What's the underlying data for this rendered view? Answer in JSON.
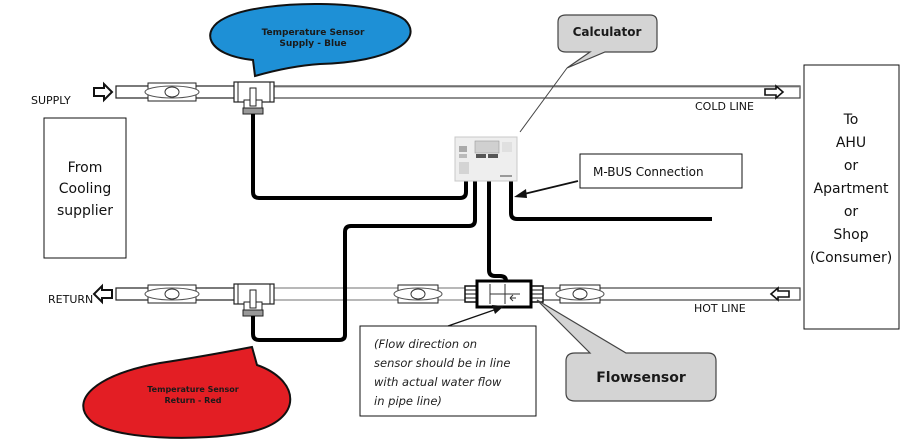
{
  "diagram": {
    "callouts": {
      "temp_supply": {
        "line1": "Temperature Sensor",
        "line2": "Supply - Blue",
        "color": "#1e90d6"
      },
      "temp_return": {
        "line1": "Temperature Sensor",
        "line2": "Return - Red",
        "color": "#e31e24"
      },
      "calculator": {
        "label": "Calculator",
        "color": "#d4d4d4"
      },
      "flowsensor": {
        "label": "Flowsensor",
        "color": "#d4d4d4"
      }
    },
    "labels": {
      "supply": "SUPPLY",
      "return": "RETURN",
      "cold_line": "COLD LINE",
      "hot_line": "HOT LINE",
      "mbus": "M-BUS Connection"
    },
    "boxes": {
      "from_supplier": [
        "From",
        "Cooling",
        "supplier"
      ],
      "to_consumer": [
        "To",
        "AHU",
        "or",
        "Apartment",
        "or",
        "Shop",
        "(Consumer)"
      ],
      "flow_note": [
        "(Flow direction on",
        "sensor should be in line",
        "with actual water flow",
        "in pipe line)"
      ]
    }
  }
}
